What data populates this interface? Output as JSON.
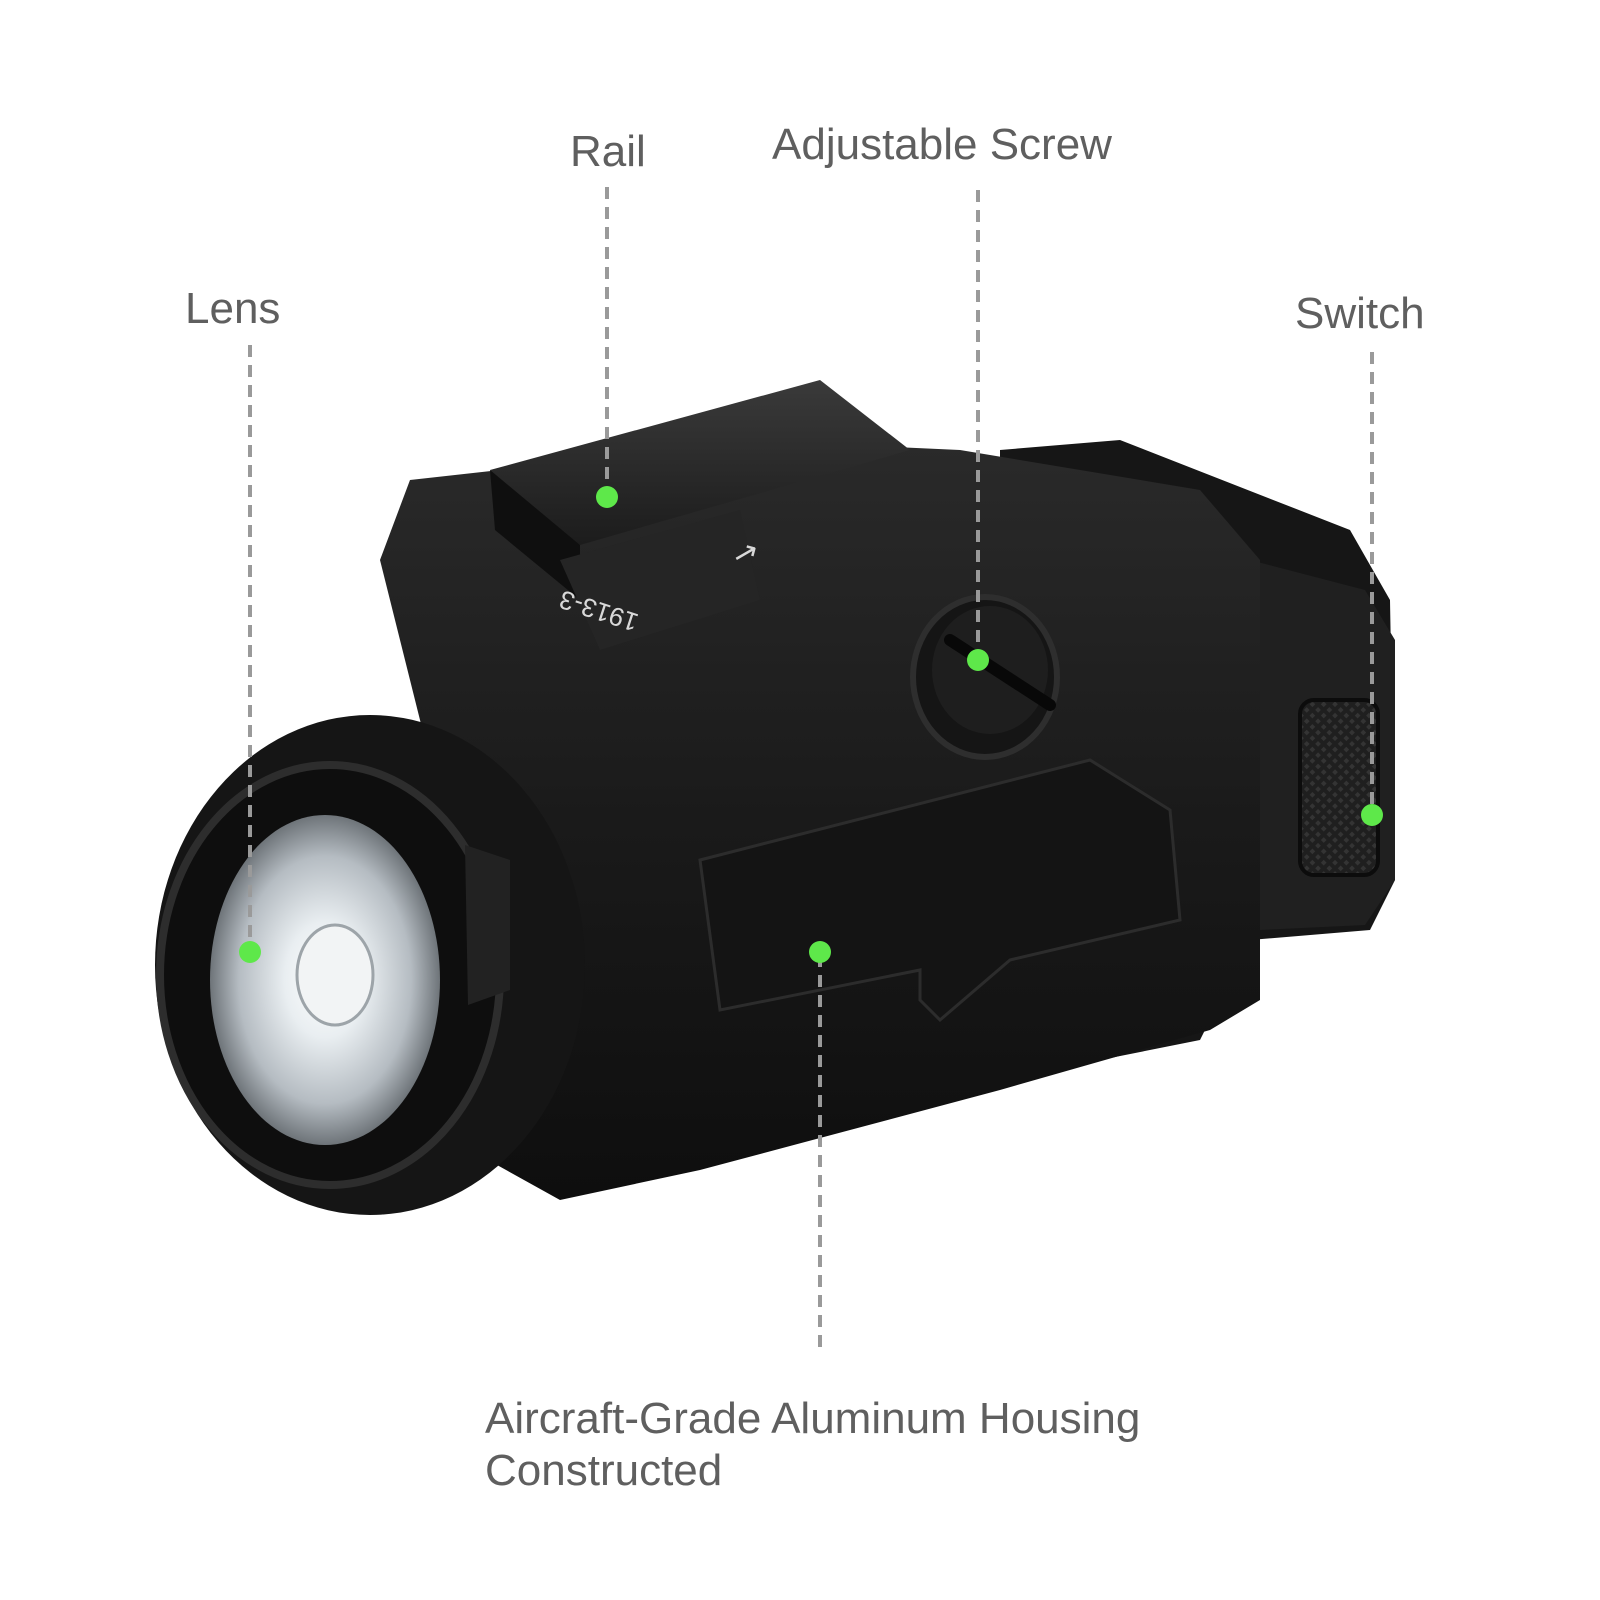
{
  "labels": {
    "rail": "Rail",
    "adjustable_screw": "Adjustable Screw",
    "lens": "Lens",
    "switch": "Switch",
    "housing": "Aircraft-Grade Aluminum Housing Constructed"
  },
  "engraving": {
    "serial": "1913-3",
    "arrow": "↑"
  },
  "colors": {
    "background": "#ffffff",
    "label_text": "#5f5f5f",
    "leader_line": "#9a9a9a",
    "marker_dot": "#5ee84a",
    "body": "#1b1b1b"
  }
}
